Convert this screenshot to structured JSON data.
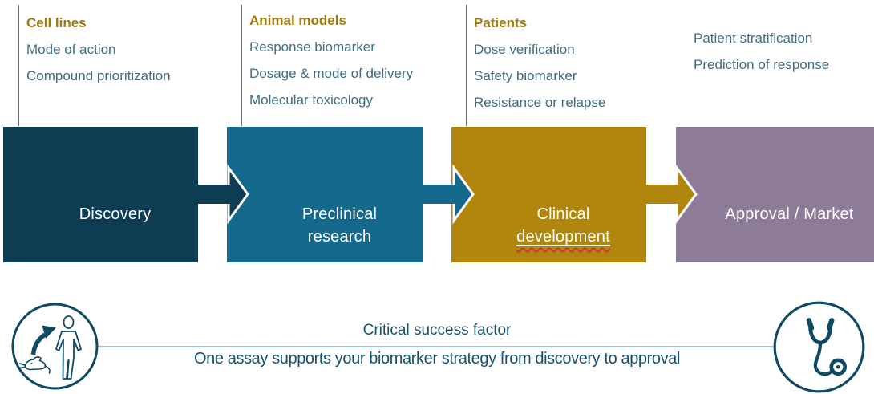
{
  "annotations": [
    {
      "header": "Cell lines",
      "items": [
        "Mode of action",
        "Compound prioritization"
      ]
    },
    {
      "header": "Animal models",
      "items": [
        "Response biomarker",
        "Dosage & mode of delivery",
        "Molecular toxicology"
      ]
    },
    {
      "header": "Patients",
      "items": [
        "Dose verification",
        "Safety biomarker",
        "Resistance or relapse"
      ]
    },
    {
      "header": "",
      "items": [
        "Patient stratification",
        "Prediction of response"
      ]
    }
  ],
  "stages": [
    {
      "lines": [
        "Discovery"
      ],
      "color": "#0d3d52"
    },
    {
      "lines": [
        "Preclinical",
        "research"
      ],
      "color": "#15698c"
    },
    {
      "lines": [
        "Clinical",
        "development"
      ],
      "color": "#b1860d"
    },
    {
      "lines": [
        "Approval / Market"
      ],
      "color": "#8d7b97"
    }
  ],
  "footer": {
    "title": "Critical success factor",
    "message": "One assay supports your biomarker strategy from discovery to approval",
    "left_icon": "mouse-to-human",
    "right_icon": "stethoscope"
  },
  "colors": {
    "annotation_header_text": "#a1790f",
    "annotation_item_text": "#3e6d85",
    "column_divider_line": "#4a7288",
    "footer_text": "#17506b",
    "footer_line": "#9cc3d4",
    "icon_stroke": "#0f4a64",
    "arrow_outline": "#ffffff",
    "spellcheck_squiggle": "#d4342a"
  }
}
